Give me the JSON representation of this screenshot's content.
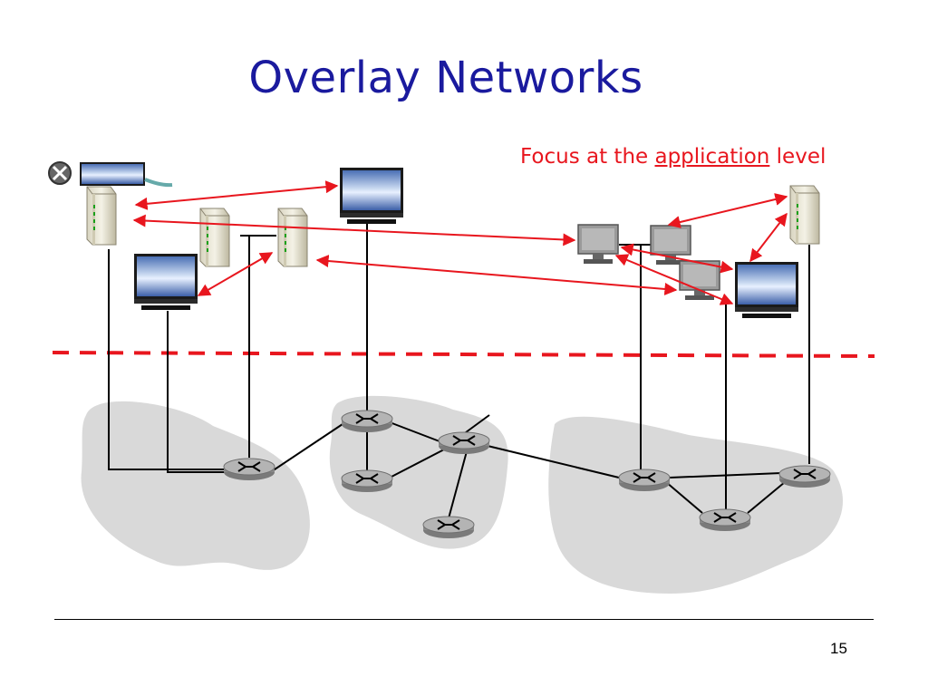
{
  "slide": {
    "title": "Overlay Networks",
    "caption_prefix": "Focus at the ",
    "caption_emphasis": "application",
    "caption_suffix": " level",
    "page_number": "15"
  },
  "colors": {
    "title": "#1a1a9e",
    "overlay_link": "#e8161e",
    "boundary_dash": "#e8161e",
    "network_cloud": "#d9d9d9",
    "physical_link": "#000000"
  },
  "icons": [
    "router-icon",
    "tower-pc-icon",
    "monitor-icon",
    "desktop-pc-icon",
    "speaker-icon",
    "cable-icon"
  ]
}
